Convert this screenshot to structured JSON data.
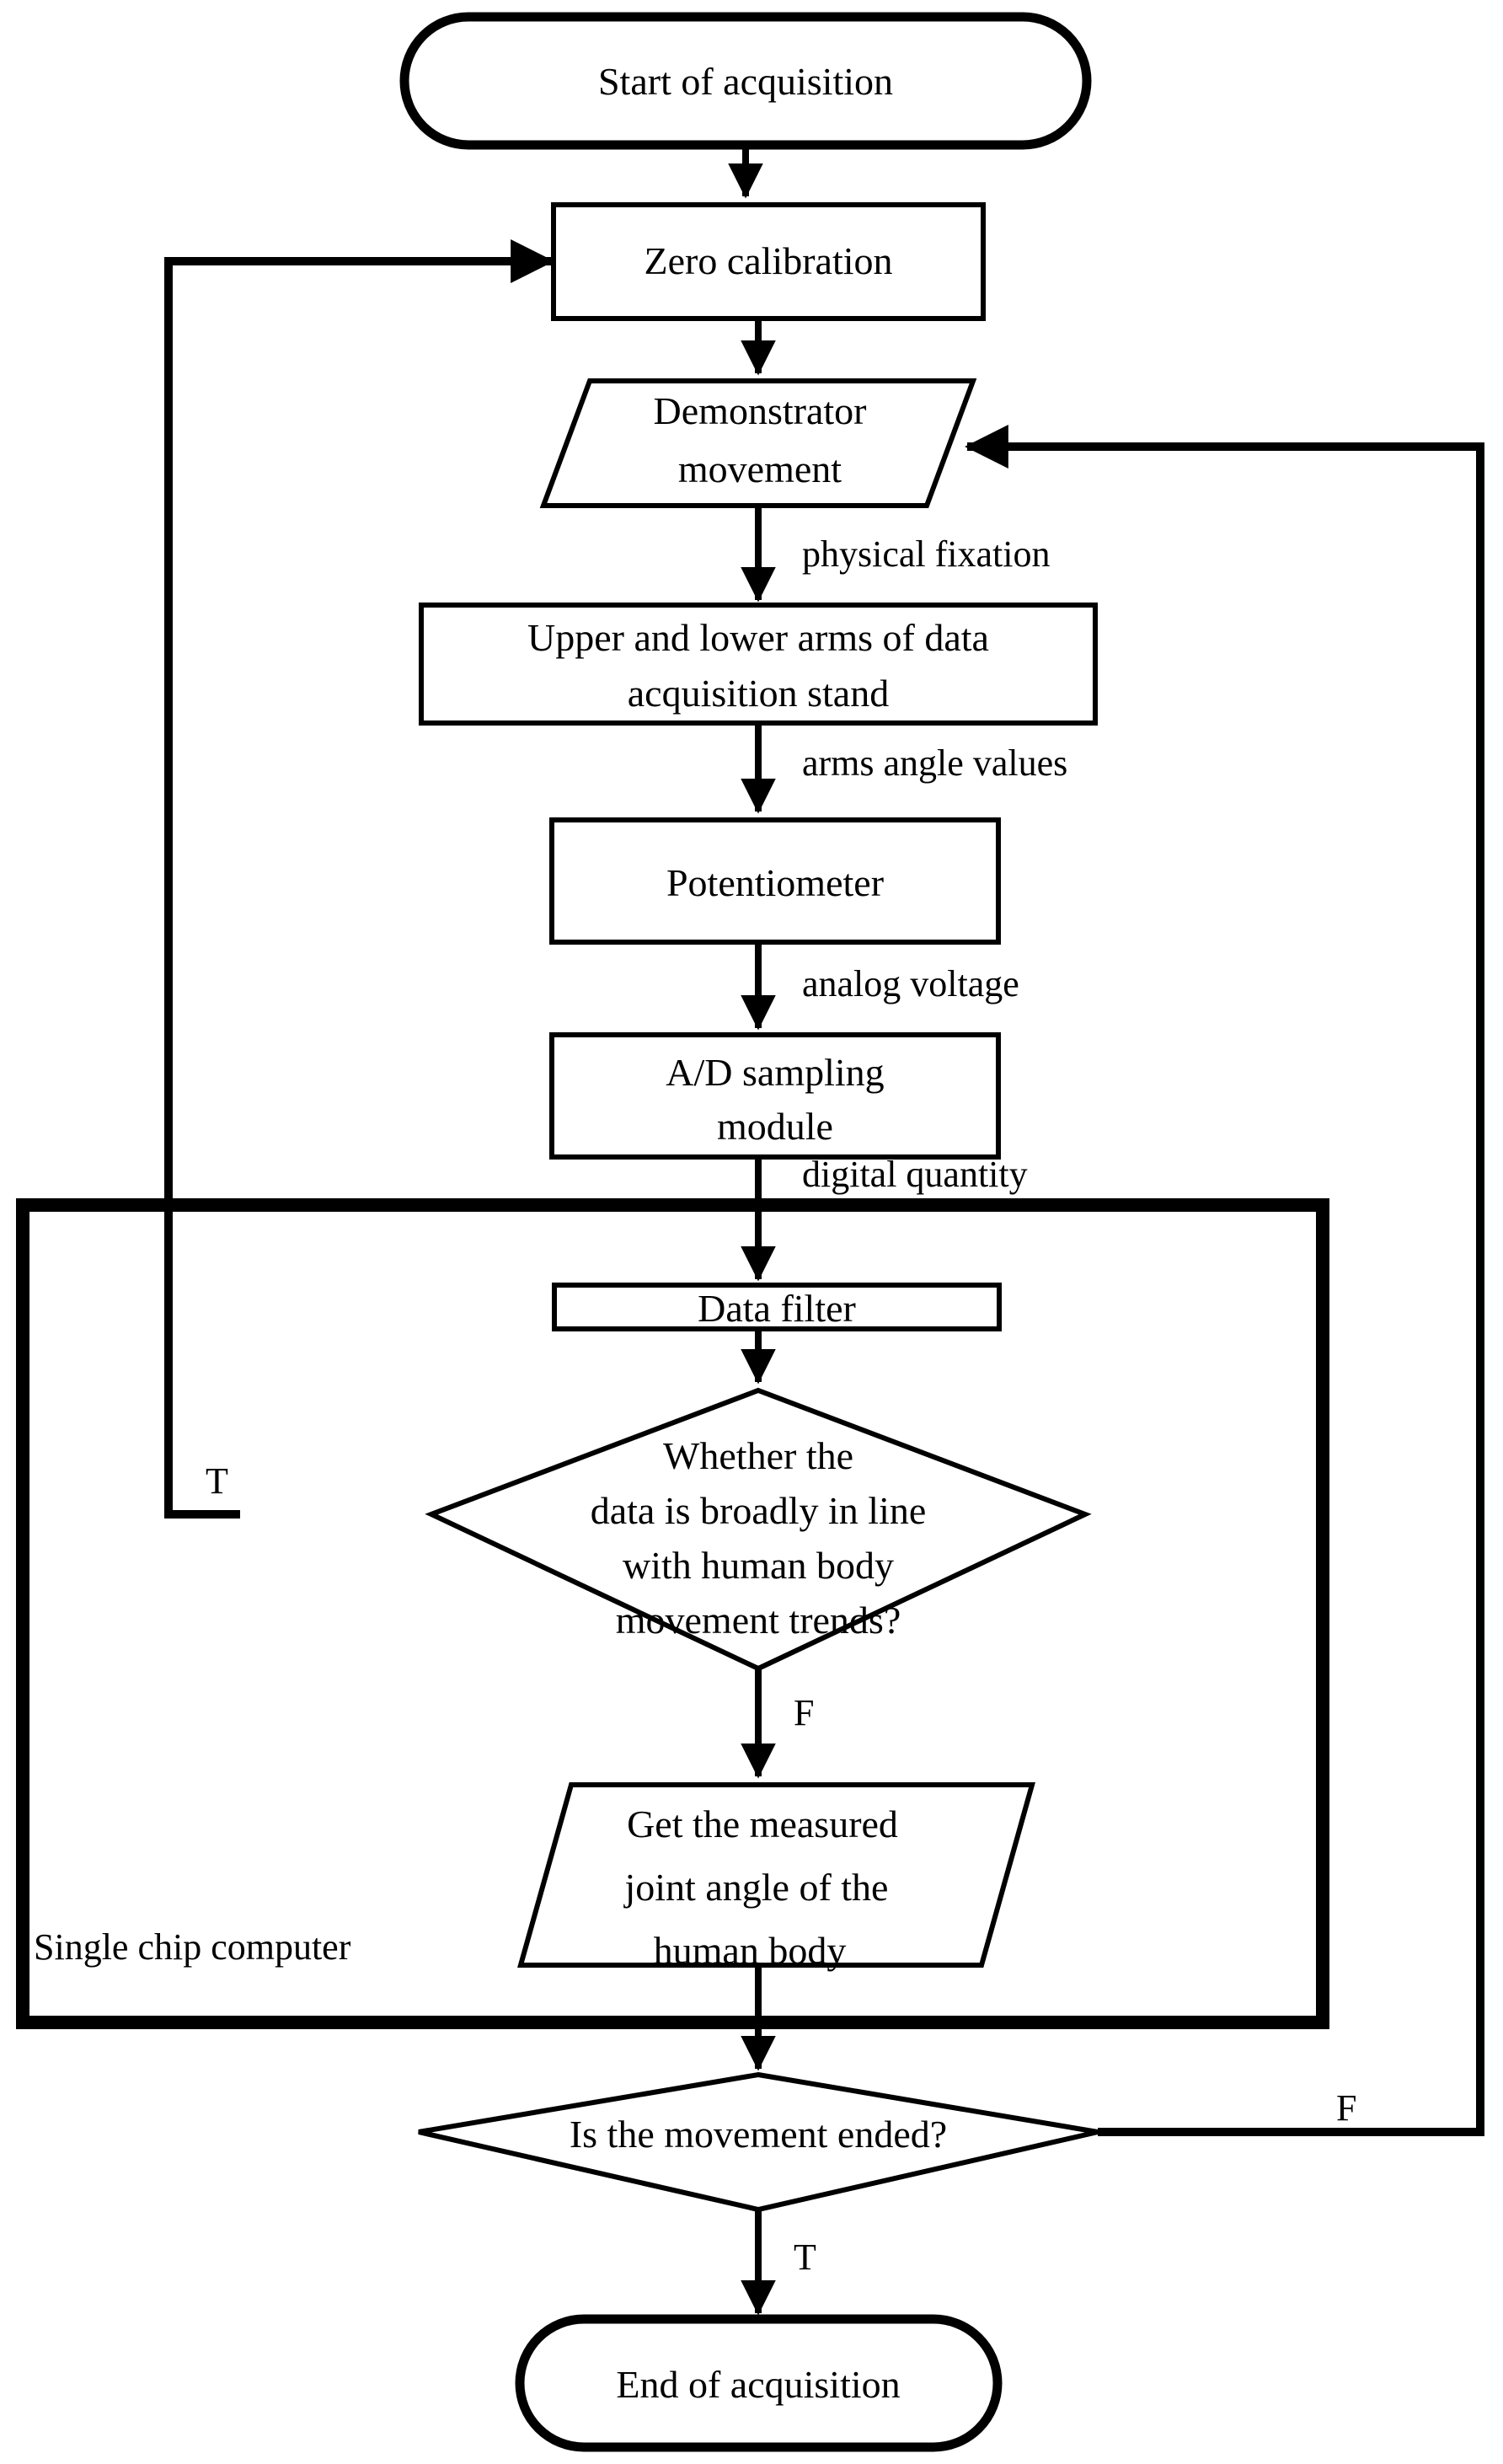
{
  "diagram": {
    "title": "Data acquisition flowchart",
    "colors": {
      "stroke": "#000000",
      "fill": "#ffffff",
      "background": "#ffffff"
    },
    "nodes": {
      "start": {
        "label": "Start of acquisition",
        "shape": "terminator"
      },
      "zero_calibration": {
        "label": "Zero calibration",
        "shape": "process"
      },
      "demonstrator_movement": {
        "label_line1": "Demonstrator",
        "label_line2": "movement",
        "shape": "parallelogram"
      },
      "arms_stand": {
        "label_line1": "Upper and lower arms of data",
        "label_line2": "acquisition stand",
        "shape": "process"
      },
      "potentiometer": {
        "label": "Potentiometer",
        "shape": "process"
      },
      "ad_module": {
        "label_line1": "A/D sampling",
        "label_line2": "module",
        "shape": "process"
      },
      "data_filter": {
        "label": "Data filter",
        "shape": "process"
      },
      "trend_decision": {
        "label_line1": "Whether the",
        "label_line2": "data is broadly in line",
        "label_line3": "with human body",
        "label_line4": "movement trends?",
        "shape": "decision"
      },
      "joint_angle": {
        "label_line1": "Get the measured",
        "label_line2": "joint angle of the",
        "label_line3": "human body",
        "shape": "parallelogram"
      },
      "movement_ended": {
        "label": "Is the movement ended?",
        "shape": "decision"
      },
      "end": {
        "label": "End of acquisition",
        "shape": "terminator"
      }
    },
    "group": {
      "label": "Single chip computer"
    },
    "edge_labels": {
      "physical_fixation": "physical fixation",
      "arms_angle_values": "arms angle values",
      "analog_voltage": "analog voltage",
      "digital_quantity": "digital quantity",
      "trend_true": "T",
      "trend_false": "F",
      "ended_true": "T",
      "ended_false": "F"
    }
  }
}
